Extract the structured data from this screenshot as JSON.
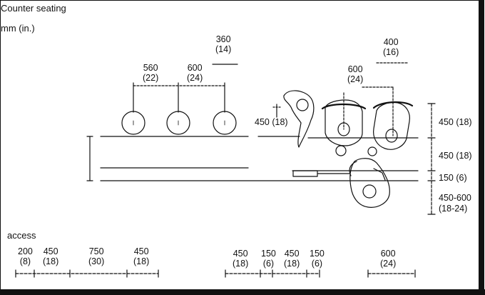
{
  "title": "Counter seating",
  "units": "mm (in.)",
  "access_label": "access",
  "top_dims": {
    "d560": [
      "560",
      "(22)"
    ],
    "d600": [
      "600",
      "(24)"
    ],
    "d360": [
      "360",
      "(14)"
    ],
    "d600b": [
      "600",
      "(24)"
    ],
    "d400": [
      "400",
      "(16)"
    ],
    "d450": [
      "450",
      "(18)"
    ]
  },
  "right_dims": [
    "450 (18)",
    "450 (18)",
    "150 (6)",
    "450-600",
    "(18-24)"
  ],
  "bottom_dims": [
    [
      "200",
      "(8)"
    ],
    [
      "450",
      "(18)"
    ],
    [
      "750",
      "(30)"
    ],
    [
      "450",
      "(18)"
    ],
    [
      "450",
      "(18)"
    ],
    [
      "150",
      "(6)"
    ],
    [
      "450",
      "(18)"
    ],
    [
      "150",
      "(6)"
    ],
    [
      "600",
      "(24)"
    ]
  ]
}
